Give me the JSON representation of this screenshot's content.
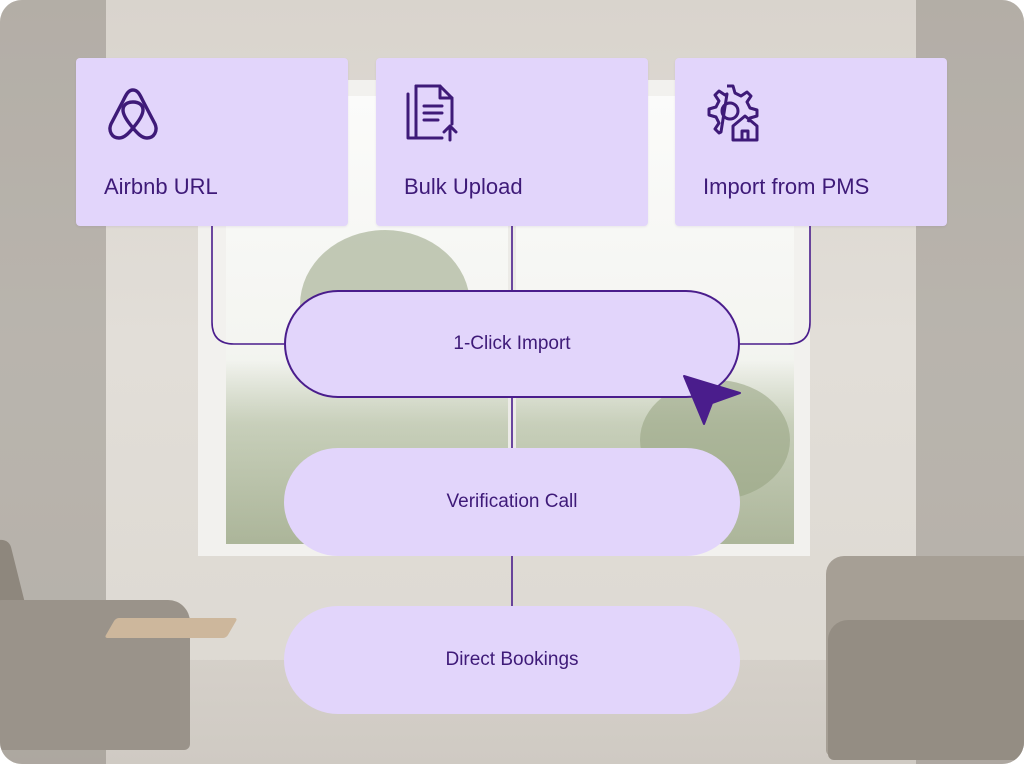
{
  "sources": [
    {
      "label": "Airbnb URL",
      "icon": "airbnb-logo-icon"
    },
    {
      "label": "Bulk Upload",
      "icon": "document-upload-icon"
    },
    {
      "label": "Import from PMS",
      "icon": "gear-house-icon"
    }
  ],
  "steps": [
    {
      "label": "1-Click Import",
      "state": "active"
    },
    {
      "label": "Verification Call"
    },
    {
      "label": "Direct Bookings"
    }
  ],
  "colors": {
    "card_fill": "#e2d5fb",
    "accent": "#3e1a78",
    "connector": "#4a1d8c"
  }
}
